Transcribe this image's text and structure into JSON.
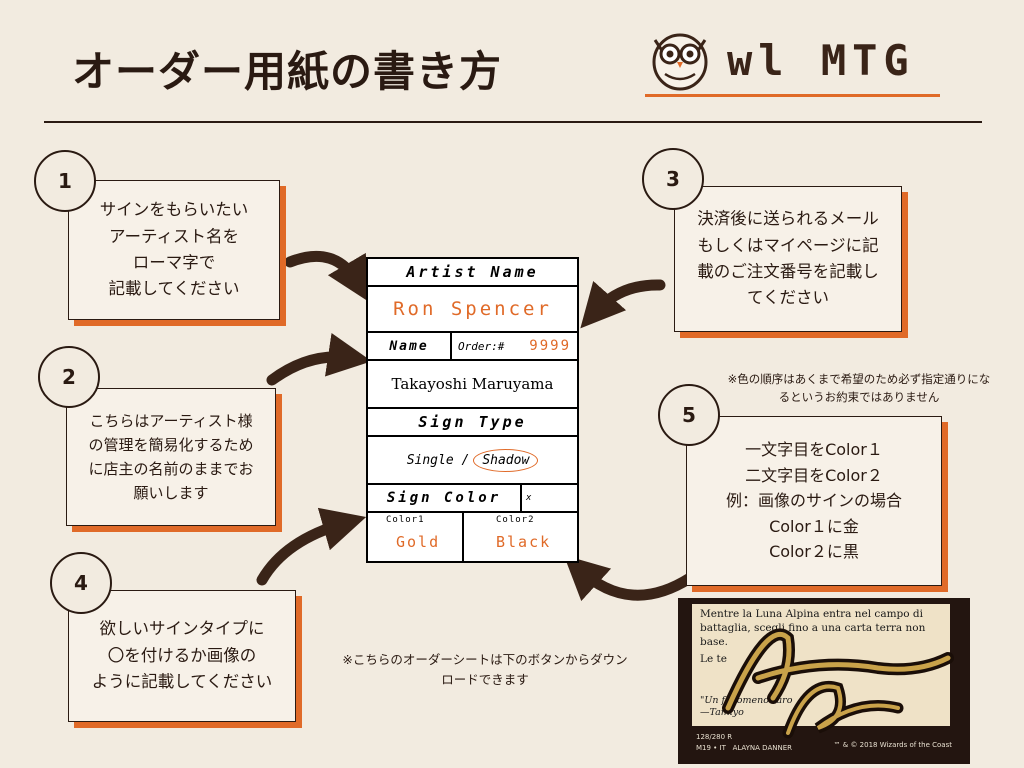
{
  "header": {
    "title": "オーダー用紙の書き方",
    "logo_text": "wl MTG",
    "logo_icon": "owl-icon"
  },
  "colors": {
    "accent": "#e06a28",
    "ink": "#2a1a12",
    "background": "#f2ebe0"
  },
  "steps": [
    {
      "number": "1",
      "text": "サインをもらいたい\nアーティスト名を\nローマ字で\n記載してください"
    },
    {
      "number": "2",
      "text": "こちらはアーティスト様\nの管理を簡易化するため\nに店主の名前のままでお\n願いします"
    },
    {
      "number": "3",
      "text": "決済後に送られるメール\nもしくはマイページに記\n載のご注文番号を記載し\nてください"
    },
    {
      "number": "4",
      "text": "欲しいサインタイプに\n〇を付けるか画像の\nように記載してください"
    },
    {
      "number": "5",
      "text": "一文字目をColor１\n二文字目をColor２\n例：画像のサインの場合\nColor１に金\nColor２に黒"
    }
  ],
  "notes": {
    "color_order": "※色の順序はあくまで希望のため必ず指定通りになるというお約束ではありません",
    "download": "※こちらのオーダーシートは下のボタンからダウンロードできます"
  },
  "form": {
    "artist_label": "Artist Name",
    "artist_value": "Ron Spencer",
    "name_label": "Name",
    "order_label": "Order:#",
    "order_value": "9999",
    "name_value": "Takayoshi Maruyama",
    "sign_type_label": "Sign Type",
    "single": "Single /",
    "shadow": "Shadow",
    "sign_color_label": "Sign Color",
    "sign_color_mark": "x",
    "color1_label": "Color1",
    "color2_label": "Color2",
    "color1_value": "Gold",
    "color2_value": "Black"
  },
  "sample_card": {
    "rules_text_1": "Mentre la Luna Alpina entra nel campo di battaglia, scegli fino a una carta terra non base.",
    "rules_text_2": "Le te",
    "flavor_1": "\"Un fenomeno raro",
    "flavor_2": "—Tamiyo",
    "collector": "128/280 R",
    "set": "M19 • IT",
    "artist": "ALAYNA DANNER",
    "copyright": "™ & © 2018 Wizards of the Coast"
  }
}
